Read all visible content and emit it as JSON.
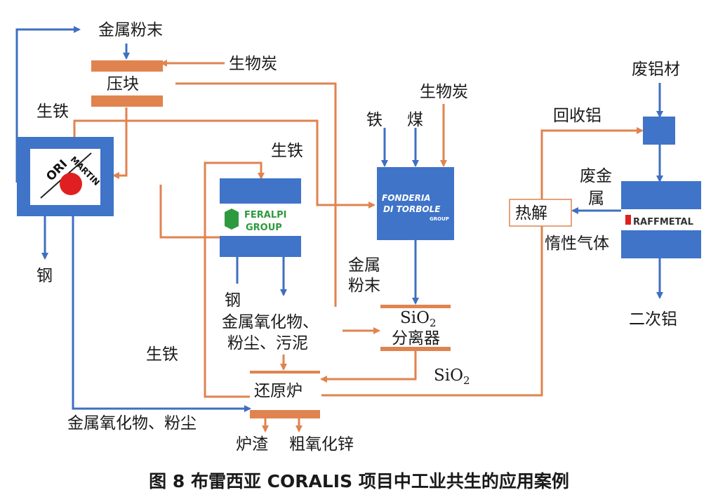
{
  "colors": {
    "orange_flow": "#E0834F",
    "blue_flow": "#3F6FBF",
    "blue_box": "#3F74C8",
    "orange_bar": "#E0834F"
  },
  "labels": {
    "metal_powder_top": "金属粉末",
    "biochar_top": "生物炭",
    "briquetting": "压块",
    "pig_iron_left": "生铁",
    "steel_left": "钢",
    "pig_iron_mid": "生铁",
    "iron": "铁",
    "coal": "煤",
    "biochar_right": "生物炭",
    "metal_powder_mid_1": "金属",
    "metal_powder_mid_2": "粉末",
    "steel_mid": "钢",
    "oxides_line1": "金属氧化物、",
    "oxides_line2": "粉尘、污泥",
    "pig_iron_bottom": "生铁",
    "sio2_sep_line1_main": "SiO",
    "sio2_sep_line1_sub": "2",
    "sio2_sep_line2": "分离器",
    "sio2_out_main": "SiO",
    "sio2_out_sub": "2",
    "reduction_furnace": "还原炉",
    "oxides_dust_bottom": "金属氧化物、粉尘",
    "slag": "炉渣",
    "crude_zno": "粗氧化锌",
    "scrap_al": "废铝材",
    "recycled_al": "回收铝",
    "scrap_metal_1": "废金",
    "scrap_metal_2": "属",
    "pyrolysis": "热解",
    "inert_gas": "惰性气体",
    "secondary_al": "二次铝"
  },
  "logos": {
    "ori_martin": [
      "ORI",
      "MARTIN"
    ],
    "feralpi": [
      "FERALPI",
      "GROUP"
    ],
    "fonderia": [
      "FONDERIA",
      "DI TORBOLE",
      "GROUP"
    ],
    "raffmetal": "RAFFMETAL"
  },
  "caption": "图 8   布雷西亚 CORALIS 项目中工业共生的应用案例"
}
